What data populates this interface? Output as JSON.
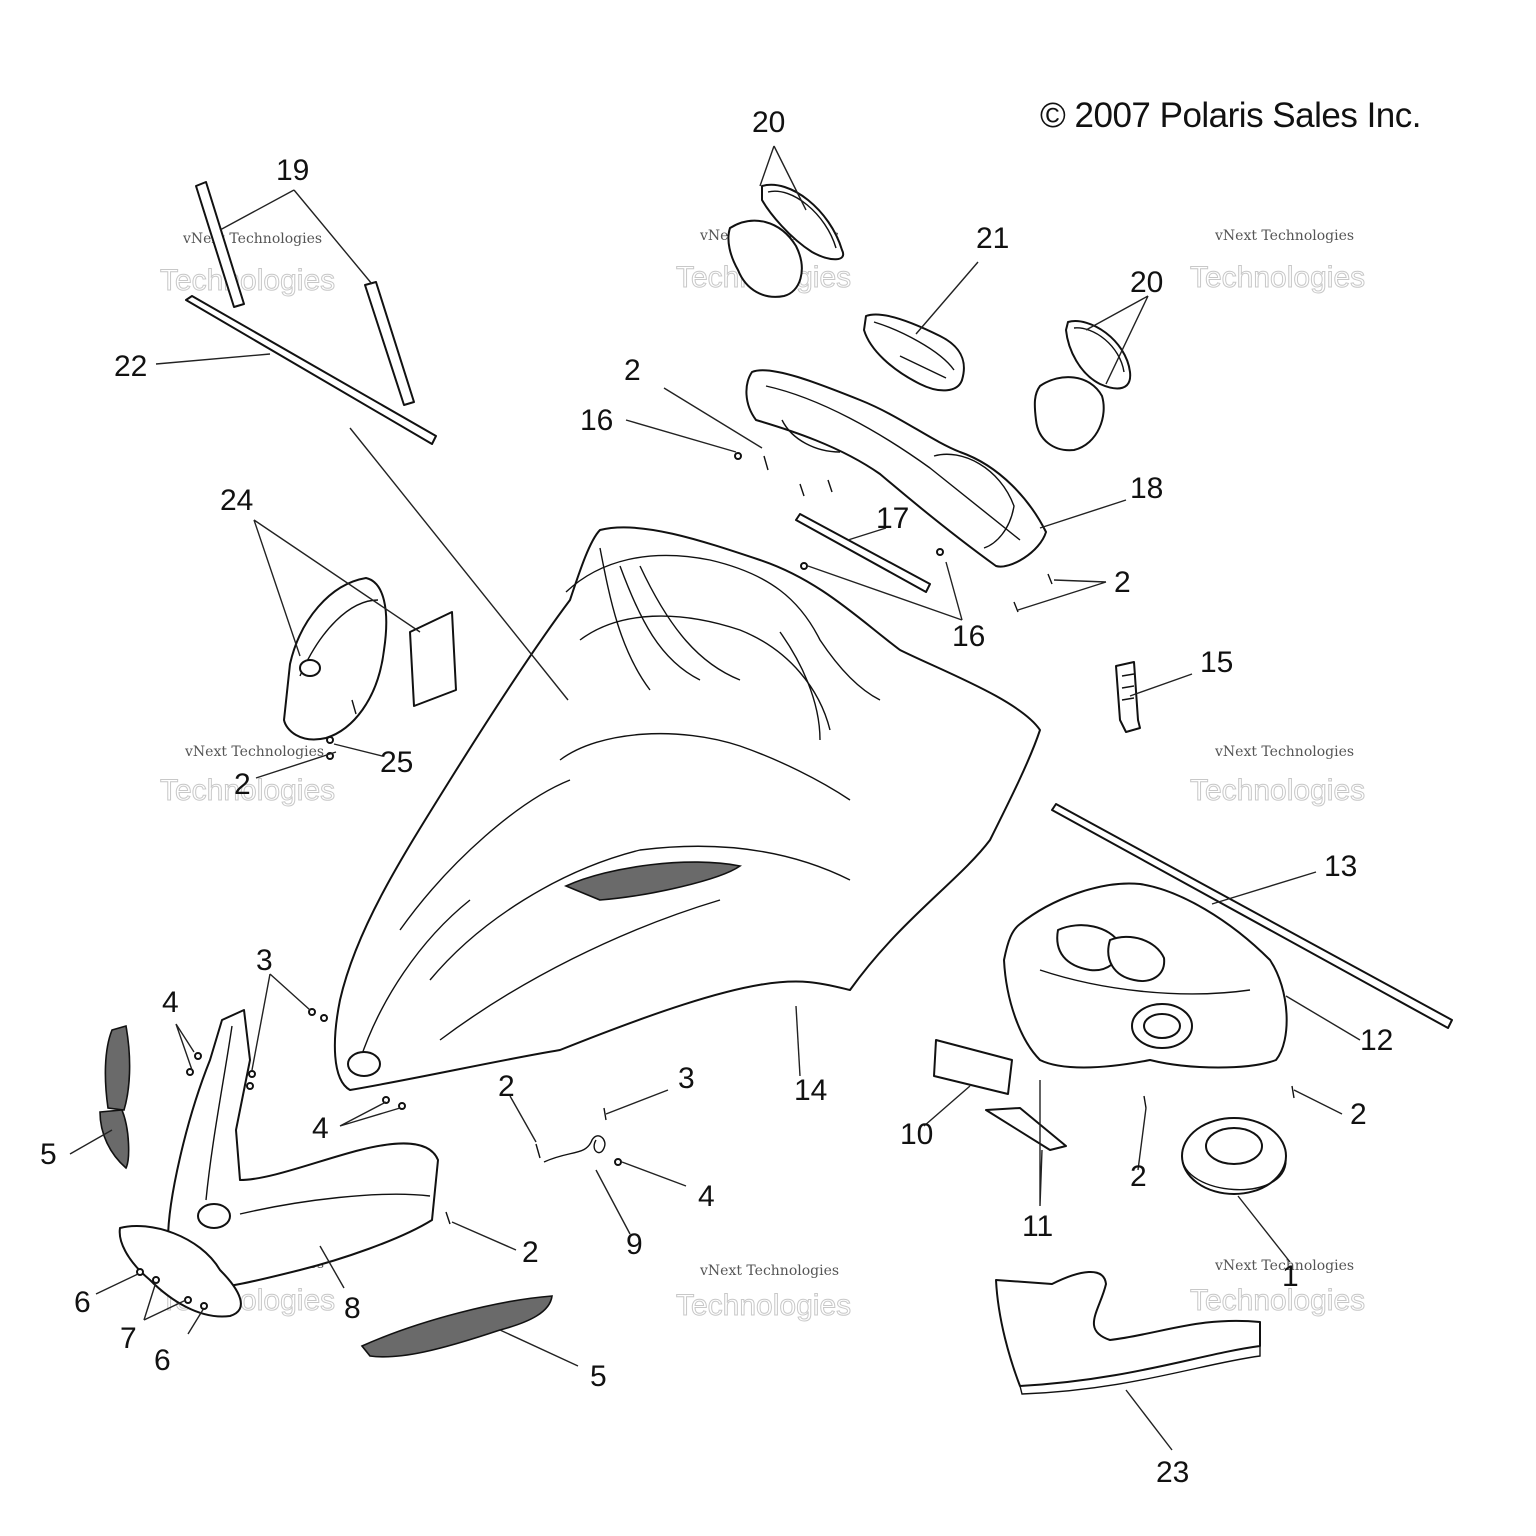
{
  "copyright": "© 2007 Polaris Sales Inc.",
  "watermark": {
    "line1": "vNext Technologies",
    "line2": "Technologies"
  },
  "callouts": [
    {
      "id": "c20a",
      "label": "20"
    },
    {
      "id": "c19",
      "label": "19"
    },
    {
      "id": "c21",
      "label": "21"
    },
    {
      "id": "c20b",
      "label": "20"
    },
    {
      "id": "c22",
      "label": "22"
    },
    {
      "id": "c2a",
      "label": "2"
    },
    {
      "id": "c16a",
      "label": "16"
    },
    {
      "id": "c18",
      "label": "18"
    },
    {
      "id": "c24",
      "label": "24"
    },
    {
      "id": "c17",
      "label": "17"
    },
    {
      "id": "c2b",
      "label": "2"
    },
    {
      "id": "c16b",
      "label": "16"
    },
    {
      "id": "c15",
      "label": "15"
    },
    {
      "id": "c25",
      "label": "25"
    },
    {
      "id": "c2c",
      "label": "2"
    },
    {
      "id": "c13",
      "label": "13"
    },
    {
      "id": "c3a",
      "label": "3"
    },
    {
      "id": "c4a",
      "label": "4"
    },
    {
      "id": "c12",
      "label": "12"
    },
    {
      "id": "c14",
      "label": "14"
    },
    {
      "id": "c2d",
      "label": "2"
    },
    {
      "id": "c3b",
      "label": "3"
    },
    {
      "id": "c4b",
      "label": "4"
    },
    {
      "id": "c10",
      "label": "10"
    },
    {
      "id": "c2e",
      "label": "2"
    },
    {
      "id": "c5a",
      "label": "5"
    },
    {
      "id": "c2f",
      "label": "2"
    },
    {
      "id": "c4c",
      "label": "4"
    },
    {
      "id": "c11",
      "label": "11"
    },
    {
      "id": "c9",
      "label": "9"
    },
    {
      "id": "c2g",
      "label": "2"
    },
    {
      "id": "c1",
      "label": "1"
    },
    {
      "id": "c6a",
      "label": "6"
    },
    {
      "id": "c8",
      "label": "8"
    },
    {
      "id": "c7",
      "label": "7"
    },
    {
      "id": "c6b",
      "label": "6"
    },
    {
      "id": "c5b",
      "label": "5"
    },
    {
      "id": "c23",
      "label": "23"
    }
  ]
}
